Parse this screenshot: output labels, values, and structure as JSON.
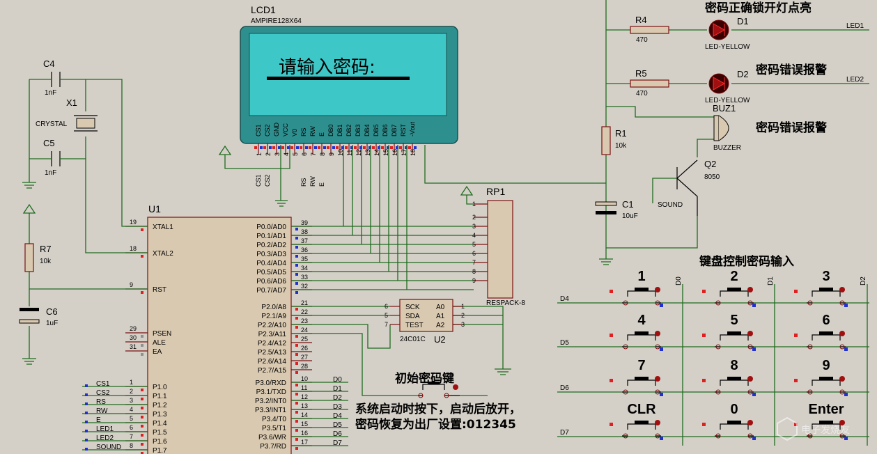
{
  "lcd": {
    "ref": "LCD1",
    "part": "AMPIRE128X64",
    "text": "请输入密码:",
    "pins": [
      "CS1",
      "CS2",
      "GND",
      "VCC",
      "V0",
      "RS",
      "RW",
      "E",
      "DB0",
      "DB1",
      "DB2",
      "DB3",
      "DB4",
      "DB5",
      "DB6",
      "DB7",
      "RST",
      "-Vout"
    ],
    "nets": [
      "CS1",
      "CS2",
      "RS",
      "RW",
      "E"
    ]
  },
  "u1": {
    "ref": "U1",
    "left": [
      {
        "n": "19",
        "t": "XTAL1"
      },
      {
        "n": "18",
        "t": "XTAL2"
      },
      {
        "n": "9",
        "t": "RST"
      },
      {
        "n": "29",
        "t": "PSEN"
      },
      {
        "n": "30",
        "t": "ALE"
      },
      {
        "n": "31",
        "t": "EA"
      },
      {
        "n": "1",
        "t": "P1.0"
      },
      {
        "n": "2",
        "t": "P1.1"
      },
      {
        "n": "3",
        "t": "P1.2"
      },
      {
        "n": "4",
        "t": "P1.3"
      },
      {
        "n": "5",
        "t": "P1.4"
      },
      {
        "n": "6",
        "t": "P1.5"
      },
      {
        "n": "7",
        "t": "P1.6"
      },
      {
        "n": "8",
        "t": "P1.7"
      }
    ],
    "p0": [
      {
        "n": "39",
        "t": "P0.0/AD0"
      },
      {
        "n": "38",
        "t": "P0.1/AD1"
      },
      {
        "n": "37",
        "t": "P0.2/AD2"
      },
      {
        "n": "36",
        "t": "P0.3/AD3"
      },
      {
        "n": "35",
        "t": "P0.4/AD4"
      },
      {
        "n": "34",
        "t": "P0.5/AD5"
      },
      {
        "n": "33",
        "t": "P0.6/AD6"
      },
      {
        "n": "32",
        "t": "P0.7/AD7"
      }
    ],
    "p2": [
      {
        "n": "21",
        "t": "P2.0/A8"
      },
      {
        "n": "22",
        "t": "P2.1/A9"
      },
      {
        "n": "23",
        "t": "P2.2/A10"
      },
      {
        "n": "24",
        "t": "P2.3/A11"
      },
      {
        "n": "25",
        "t": "P2.4/A12"
      },
      {
        "n": "26",
        "t": "P2.5/A13"
      },
      {
        "n": "27",
        "t": "P2.6/A14"
      },
      {
        "n": "28",
        "t": "P2.7/A15"
      }
    ],
    "p3": [
      {
        "n": "10",
        "t": "P3.0/RXD",
        "net": "D0"
      },
      {
        "n": "11",
        "t": "P3.1/TXD",
        "net": "D1"
      },
      {
        "n": "12",
        "t": "P3.2/INT0",
        "net": "D2"
      },
      {
        "n": "13",
        "t": "P3.3/INT1",
        "net": "D3"
      },
      {
        "n": "14",
        "t": "P3.4/T0",
        "net": "D4"
      },
      {
        "n": "15",
        "t": "P3.5/T1",
        "net": "D5"
      },
      {
        "n": "16",
        "t": "P3.6/WR",
        "net": "D6"
      },
      {
        "n": "17",
        "t": "P3.7/RD",
        "net": "D7"
      }
    ],
    "p1nets": [
      "CS1",
      "CS2",
      "RS",
      "RW",
      "E",
      "LED1",
      "LED2",
      "SOUND"
    ]
  },
  "crystal": {
    "c4": "C4",
    "c4v": "1nF",
    "x1": "X1",
    "x1v": "CRYSTAL",
    "c5": "C5",
    "c5v": "1nF"
  },
  "reset": {
    "r7": "R7",
    "r7v": "10k",
    "c6": "C6",
    "c6v": "1uF"
  },
  "rp1": {
    "ref": "RP1",
    "part": "RESPACK-8",
    "pins": [
      "1",
      "2",
      "3",
      "4",
      "5",
      "6",
      "7",
      "8",
      "9"
    ]
  },
  "u2": {
    "ref": "U2",
    "part": "24C01C",
    "pins": [
      {
        "n": "6",
        "t": "SCK"
      },
      {
        "n": "5",
        "t": "SDA"
      },
      {
        "n": "7",
        "t": "TEST"
      }
    ],
    "apins": [
      {
        "n": "1",
        "t": "A0"
      },
      {
        "n": "2",
        "t": "A1"
      },
      {
        "n": "3",
        "t": "A2"
      }
    ]
  },
  "leds": {
    "r4": "R4",
    "r4v": "470",
    "d1": "D1",
    "d1v": "LED-YELLOW",
    "net1": "LED1",
    "r5": "R5",
    "r5v": "470",
    "d2": "D2",
    "d2v": "LED-YELLOW",
    "net2": "LED2"
  },
  "buzzer": {
    "ref": "BUZ1",
    "part": "BUZZER",
    "r1": "R1",
    "r1v": "10k",
    "q2": "Q2",
    "q2v": "8050",
    "c1": "C1",
    "c1v": "10uF",
    "net": "SOUND"
  },
  "notes": {
    "unlock": "密码正确锁开灯点亮",
    "err1": "密码错误报警",
    "err2": "密码错误报警",
    "keypad": "键盘控制密码输入",
    "initkey": "初始密码键",
    "boot1": "系统启动时按下，启动后放开，",
    "boot2": "密码恢复为出厂设置:012345"
  },
  "keypad": {
    "keys": [
      "1",
      "2",
      "3",
      "4",
      "5",
      "6",
      "7",
      "8",
      "9",
      "CLR",
      "0",
      "Enter"
    ],
    "rows": [
      "D4",
      "D5",
      "D6",
      "D7"
    ],
    "cols": [
      "D0",
      "D1",
      "D2"
    ]
  },
  "watermark": "电子发烧友"
}
